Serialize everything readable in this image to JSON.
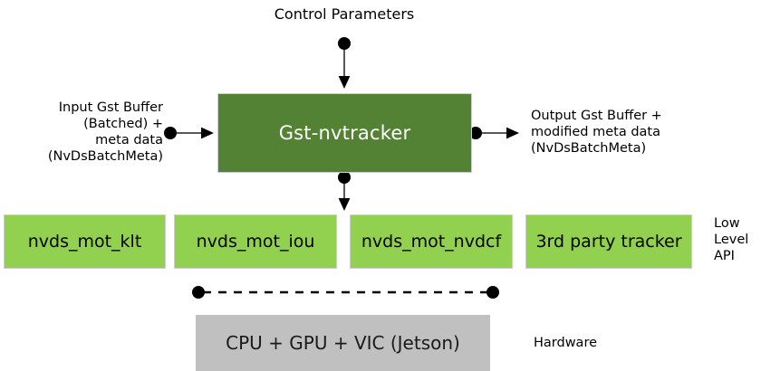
{
  "diagram": {
    "title_label": "Control Parameters",
    "input_label": "Input Gst Buffer\n(Batched) +\nmeta data\n(NvDsBatchMeta)",
    "output_label": "Output Gst Buffer +\nmodified meta data\n(NvDsBatchMeta)",
    "main_block": {
      "label": "Gst-nvtracker",
      "color": "#548235",
      "text_color": "#ffffff"
    },
    "low_level_api": {
      "tier_label": "Low\nLevel\nAPI",
      "color": "#92d050",
      "boxes": [
        {
          "label": "nvds_mot_klt"
        },
        {
          "label": "nvds_mot_iou"
        },
        {
          "label": "nvds_mot_nvdcf"
        },
        {
          "label": "3rd party tracker"
        }
      ]
    },
    "hardware": {
      "label": "CPU + GPU + VIC (Jetson)",
      "tier_label": "Hardware",
      "color": "#c0c0c0"
    },
    "connector_color": "#595959",
    "endpoint_color": "#000000"
  }
}
